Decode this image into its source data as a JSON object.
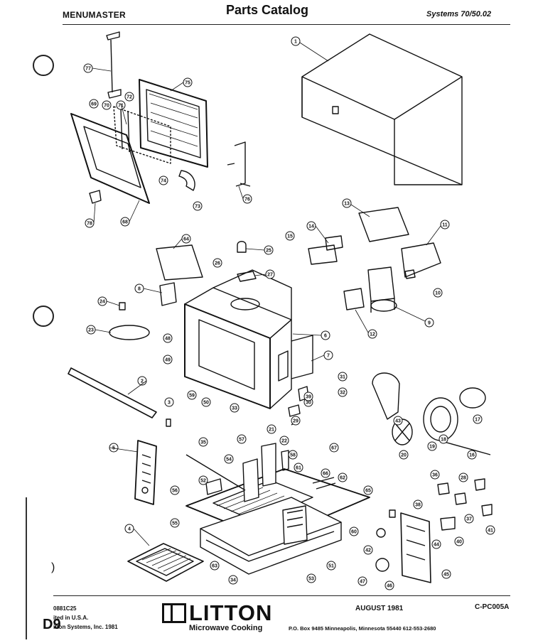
{
  "header": {
    "brand": "MENUMASTER",
    "title": "Parts Catalog",
    "system": "Systems 70/50.02"
  },
  "diagram": {
    "callouts": [
      "1",
      "2",
      "3",
      "4",
      "5",
      "6",
      "7",
      "8",
      "9",
      "10",
      "11",
      "12",
      "13",
      "14",
      "15",
      "16",
      "17",
      "18",
      "19",
      "20",
      "21",
      "22",
      "23",
      "24",
      "25",
      "26",
      "27",
      "28",
      "29",
      "30",
      "31",
      "32",
      "33",
      "34",
      "35",
      "36",
      "37",
      "38",
      "39",
      "40",
      "41",
      "42",
      "43",
      "44",
      "45",
      "46",
      "47",
      "48",
      "49",
      "50",
      "51",
      "52",
      "53",
      "54",
      "55",
      "56",
      "57",
      "58",
      "59",
      "60",
      "61",
      "62",
      "63",
      "64",
      "65",
      "66",
      "67",
      "68",
      "69",
      "70",
      "71",
      "72",
      "73",
      "74",
      "75",
      "76",
      "77",
      "78"
    ]
  },
  "footer": {
    "code_line1": "0881C25",
    "code_line2": "ited in U.S.A.",
    "code_line3": "itton Systems, Inc. 1981",
    "page_id": "D9",
    "logo_text": "LITTON",
    "tagline": "Microwave Cooking",
    "date": "AUGUST 1981",
    "doc_code": "C-PC005A",
    "address": "P.O. Box 9485 Minneapolis, Minnesota 55440 612-553-2680"
  },
  "margin_mark": ")"
}
